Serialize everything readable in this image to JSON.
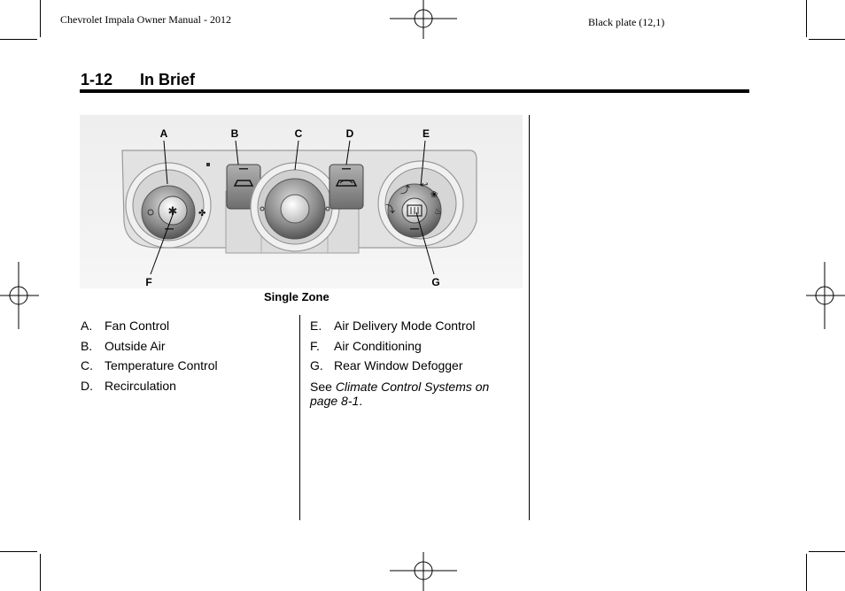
{
  "header": {
    "manual_title": "Chevrolet Impala Owner Manual - 2012",
    "plate": "Black plate (12,1)"
  },
  "section": {
    "page_number": "1-12",
    "title": "In Brief"
  },
  "figure": {
    "caption": "Single Zone",
    "callouts": [
      "A",
      "B",
      "C",
      "D",
      "E",
      "F",
      "G"
    ]
  },
  "legend": {
    "left": [
      {
        "letter": "A.",
        "label": "Fan Control"
      },
      {
        "letter": "B.",
        "label": "Outside Air"
      },
      {
        "letter": "C.",
        "label": "Temperature Control"
      },
      {
        "letter": "D.",
        "label": "Recirculation"
      }
    ],
    "right": [
      {
        "letter": "E.",
        "label": "Air Delivery Mode Control"
      },
      {
        "letter": "F.",
        "label": "Air Conditioning"
      },
      {
        "letter": "G.",
        "label": "Rear Window Defogger"
      }
    ],
    "see_prefix": "See ",
    "see_link": "Climate Control Systems on page 8-1",
    "see_suffix": "."
  }
}
